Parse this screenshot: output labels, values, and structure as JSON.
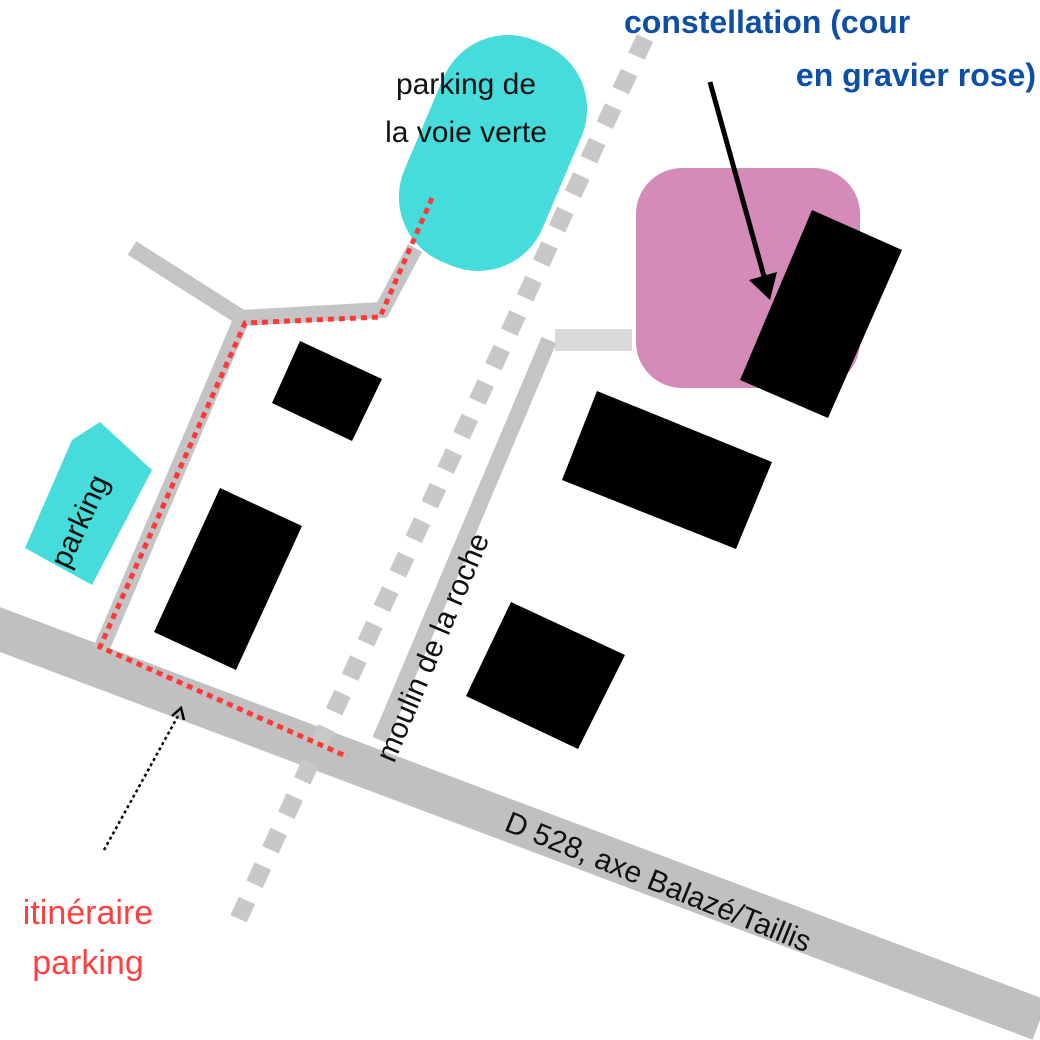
{
  "labels": {
    "parking_voie_verte_line1": "parking de",
    "parking_voie_verte_line2": "la voie verte",
    "constellation_line1": "constellation (cour",
    "constellation_line2": "en gravier rose)",
    "parking": "parking",
    "moulin": "moulin de la roche",
    "road": "D 528,  axe Balazé/Taillis",
    "itineraire_line1": "itinéraire",
    "itineraire_line2": "parking"
  },
  "colors": {
    "road": "#c0c0c0",
    "path": "#c4c4c4",
    "path_light": "#d9d9d9",
    "parking": "#46dcdc",
    "courtyard": "#d48bb8",
    "building": "#000000",
    "route": "#ff3838",
    "label_blue": "#0d4fa6",
    "label_red": "#ff4040",
    "greenway_dash": "#c8c8c8"
  }
}
